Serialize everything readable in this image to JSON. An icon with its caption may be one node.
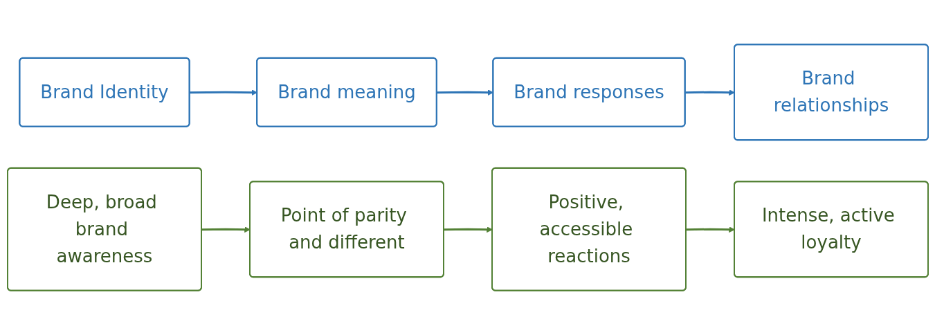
{
  "diagram": {
    "nodes": [
      {
        "text": [
          "Brand Identity"
        ]
      },
      {
        "text": [
          "Brand meaning"
        ]
      },
      {
        "text": [
          "Brand responses"
        ]
      },
      {
        "text": [
          "Brand relationships"
        ]
      },
      {
        "text": [
          "Deep, broad brand awareness"
        ]
      },
      {
        "text": [
          "Point of parity and different"
        ]
      },
      {
        "text": [
          "Positive, accessible reactions"
        ]
      },
      {
        "text": [
          "Intense, active loyalty"
        ]
      }
    ],
    "edges": [
      {
        "from": 0,
        "to": 1,
        "arrow": "to",
        "color": "#2e75b6"
      },
      {
        "from": 1,
        "to": 2,
        "arrow": "to",
        "color": "#2e75b6"
      },
      {
        "from": 2,
        "to": 3,
        "arrow": "to",
        "color": "#2e75b6"
      },
      {
        "from": 4,
        "to": 5,
        "arrow": "to",
        "color": "#538135"
      },
      {
        "from": 5,
        "to": 6,
        "arrow": "to",
        "color": "#538135"
      },
      {
        "from": 6,
        "to": 7,
        "arrow": "to",
        "color": "#538135"
      }
    ]
  }
}
